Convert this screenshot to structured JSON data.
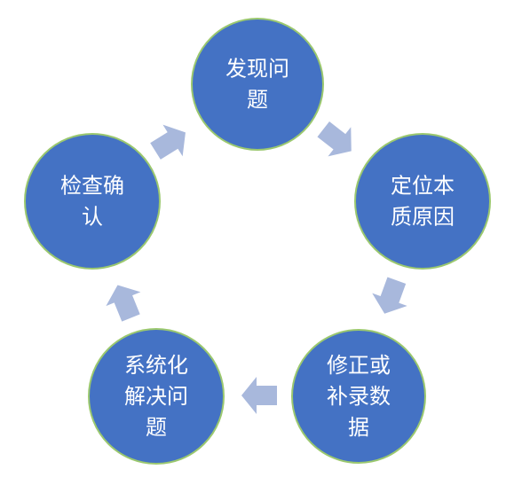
{
  "colors": {
    "node_fill": "#4472c4",
    "node_border": "#9bc86f",
    "arrow_fill": "#a8b8dc",
    "text": "#ffffff"
  },
  "cycle": {
    "nodes": [
      {
        "id": "discover",
        "lines": [
          "发现问",
          "题"
        ]
      },
      {
        "id": "root-cause",
        "lines": [
          "定位本",
          "质原因"
        ]
      },
      {
        "id": "fix",
        "lines": [
          "修正或",
          "补录数",
          "据"
        ]
      },
      {
        "id": "systematic",
        "lines": [
          "系统化",
          "解决问",
          "题"
        ]
      },
      {
        "id": "verify",
        "lines": [
          "检查确",
          "认"
        ]
      }
    ],
    "arrow_icon": "chevron-arrow"
  }
}
